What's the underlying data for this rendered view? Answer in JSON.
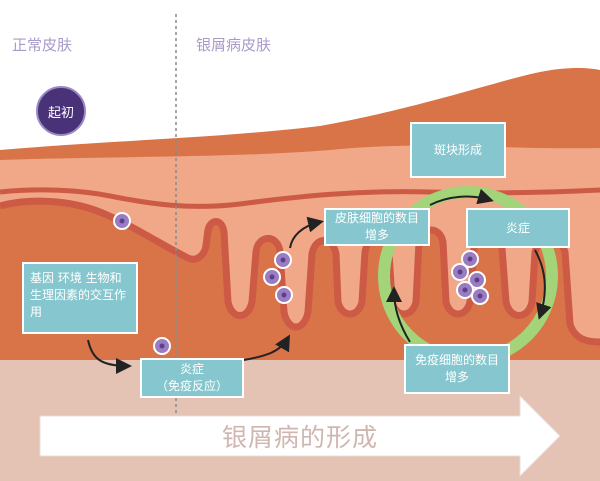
{
  "labels": {
    "normal_skin": "正常皮肤",
    "psoriasis_skin": "银屑病皮肤",
    "initial": "起初"
  },
  "boxes": {
    "factors": "基因 环境 生物和生理因素的交互作用",
    "inflammation_early": "炎症\n（免疫反应）",
    "skin_cells": "皮肤细胞的数目增多",
    "plaque": "斑块形成",
    "inflammation": "炎症",
    "immune_cells": "免疫细胞的数目增多"
  },
  "arrow_title": "银屑病的形成",
  "colors": {
    "top_layer": "#d97448",
    "mid_layer": "#f0a888",
    "dermis": "#e4c2b4",
    "membrane": "#cd5a44",
    "box": "#86c7cf",
    "cycle": "#a3d47a",
    "cell": "#9a7cc0",
    "badge": "#4a3278"
  }
}
